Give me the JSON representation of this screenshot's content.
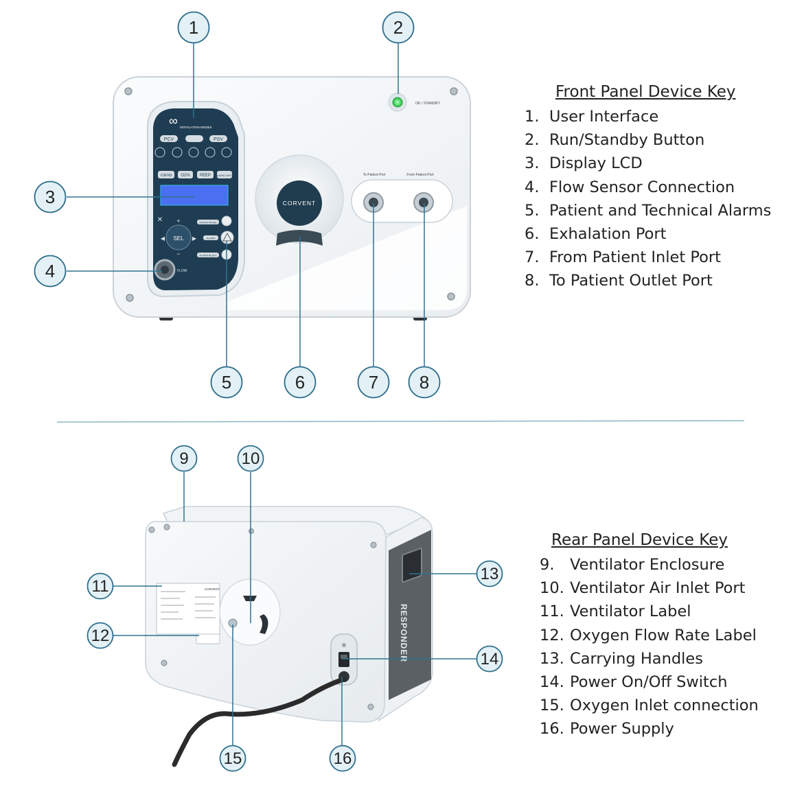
{
  "front_key": {
    "title": "Front Panel Device Key",
    "items": [
      {
        "num": "1.",
        "label": "User Interface"
      },
      {
        "num": "2.",
        "label": "Run/Standby Button"
      },
      {
        "num": "3.",
        "label": "Display LCD"
      },
      {
        "num": "4.",
        "label": "Flow Sensor Connection"
      },
      {
        "num": "5.",
        "label": "Patient and Technical Alarms"
      },
      {
        "num": "6.",
        "label": "Exhalation Port"
      },
      {
        "num": "7.",
        "label": "From Patient Inlet Port"
      },
      {
        "num": "8.",
        "label": "To Patient Outlet Port"
      }
    ]
  },
  "rear_key": {
    "title": "Rear Panel Device Key",
    "items": [
      {
        "num": "9.",
        "label": "Ventilator Enclosure"
      },
      {
        "num": "10.",
        "label": "Ventilator Air Inlet Port"
      },
      {
        "num": "11.",
        "label": "Ventilator Label"
      },
      {
        "num": "12.",
        "label": "Oxygen Flow Rate Label"
      },
      {
        "num": "13.",
        "label": "Carrying Handles"
      },
      {
        "num": "14.",
        "label": "Power On/Off Switch"
      },
      {
        "num": "15.",
        "label": "Oxygen Inlet connection"
      },
      {
        "num": "16.",
        "label": "Power Supply"
      }
    ]
  },
  "callouts": [
    "1",
    "2",
    "3",
    "4",
    "5",
    "6",
    "7",
    "8",
    "9",
    "10",
    "11",
    "12",
    "13",
    "14",
    "15",
    "16"
  ],
  "device_front": {
    "brand": "CORVENT",
    "status_label": "OK / STANDBY",
    "ventilation_modes_label": "VENTILATION MODES",
    "mode_buttons": [
      "PCV",
      "",
      "PSV"
    ],
    "parameter_buttons": [
      "VSENS",
      "O2%",
      "PEEP",
      "ALARM LIMITS"
    ],
    "alarm_buttons": [
      "ALARM PAUSE",
      "ALARM",
      "ALARM RESET"
    ],
    "sel_label": "SEL",
    "flow_label": "FLOW",
    "to_patient_port_label": "To Patient Port",
    "from_patient_port_label": "From Patient Port"
  },
  "device_rear": {
    "side_logo": "RESPONDER",
    "label_brand": "CORVENT"
  },
  "colors": {
    "callout_fill": "#e3f1f6",
    "callout_stroke": "#2e6e8c",
    "leader_line": "#2e7390",
    "divider": "#8fb5c4",
    "panel_dark": "#1f3d52",
    "lcd": "#4a6ff0",
    "led": "#4cd864"
  }
}
